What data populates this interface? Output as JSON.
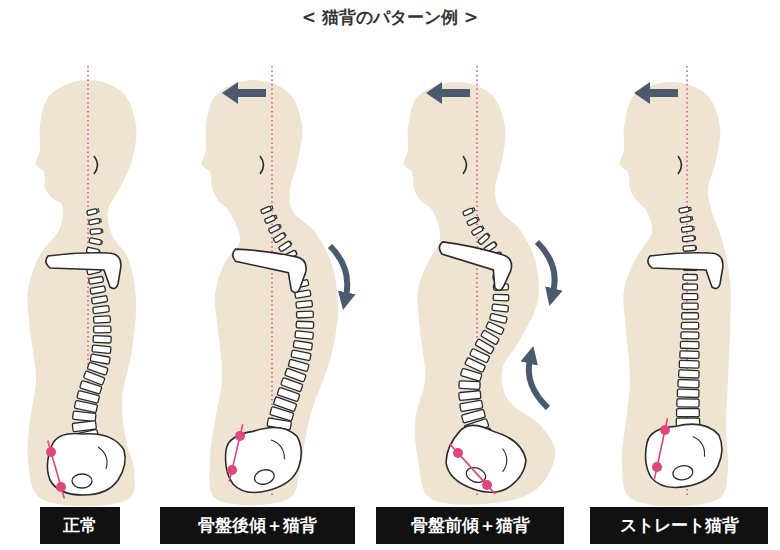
{
  "diagram": {
    "title": "< 猫背のパターン例 >",
    "nodes": [
      {
        "text": [
          "正常"
        ]
      },
      {
        "text": [
          "骨盤後傾＋猫背"
        ]
      },
      {
        "text": [
          "骨盤前傾＋猫背"
        ]
      },
      {
        "text": [
          "ストレート猫背"
        ]
      }
    ]
  }
}
